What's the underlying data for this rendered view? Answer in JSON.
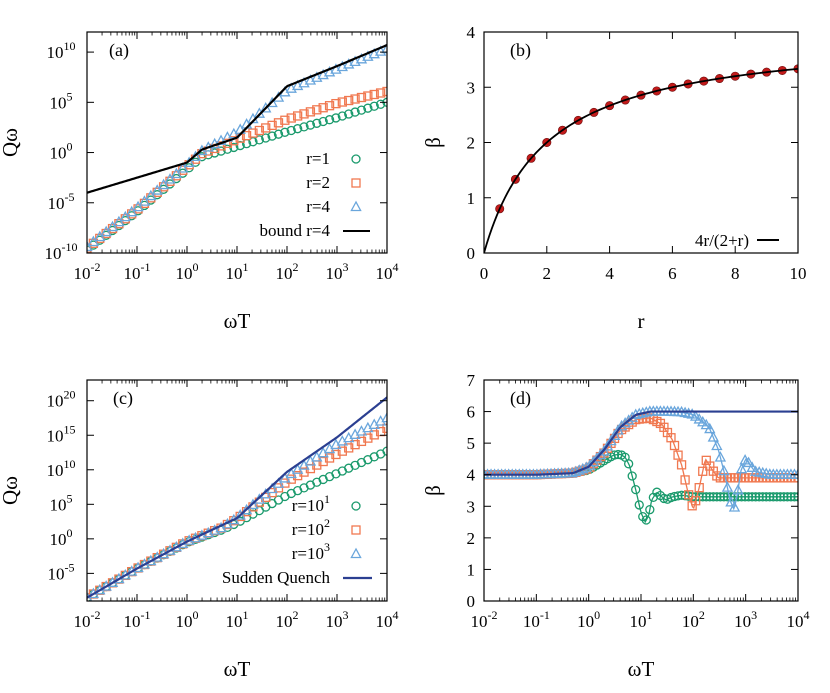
{
  "chart_data": [
    {
      "panel_label": "(a)",
      "type": "scatter",
      "xlabel": "ωT",
      "ylabel": "Qω",
      "x_scale": "log",
      "y_scale": "log",
      "xlim": [
        0.01,
        10000
      ],
      "ylim": [
        1e-10,
        1000000000000.0
      ],
      "x_ticks": [
        {
          "v": 0.01,
          "b": "10",
          "e": "-2"
        },
        {
          "v": 0.1,
          "b": "10",
          "e": "-1"
        },
        {
          "v": 1,
          "b": "10",
          "e": "0"
        },
        {
          "v": 10,
          "b": "10",
          "e": "1"
        },
        {
          "v": 100,
          "b": "10",
          "e": "2"
        },
        {
          "v": 1000,
          "b": "10",
          "e": "3"
        },
        {
          "v": 10000,
          "b": "10",
          "e": "4"
        }
      ],
      "y_ticks": [
        {
          "v": 1e-10,
          "b": "10",
          "e": "-10"
        },
        {
          "v": 1e-05,
          "b": "10",
          "e": "-5"
        },
        {
          "v": 1,
          "b": "10",
          "e": "0"
        },
        {
          "v": 100000.0,
          "b": "10",
          "e": "5"
        },
        {
          "v": 10000000000.0,
          "b": "10",
          "e": "10"
        }
      ],
      "legend_position": "right",
      "series": [
        {
          "name": "r=1",
          "marker": "circle",
          "color": "#1a9a6c",
          "x": [
            0.01,
            0.1,
            1,
            2,
            10,
            100,
            1000,
            10000
          ],
          "y": [
            2e-10,
            1.3e-06,
            0.02,
            0.4,
            4,
            120,
            3000,
            100000.0
          ]
        },
        {
          "name": "r=2",
          "marker": "square",
          "color": "#f07850",
          "x": [
            0.01,
            0.1,
            1,
            2,
            10,
            100,
            1000,
            10000
          ],
          "y": [
            3e-10,
            2e-06,
            0.04,
            0.8,
            20,
            2000,
            80000.0,
            1200000.0
          ]
        },
        {
          "name": "r=4",
          "marker": "triangle",
          "color": "#6aa6dc",
          "x": [
            0.01,
            0.1,
            1,
            2,
            10,
            100,
            1000,
            10000
          ],
          "y": [
            4e-10,
            3e-06,
            0.06,
            1.5,
            100,
            1500000.0,
            200000000.0,
            20000000000.0
          ]
        },
        {
          "name": "bound r=4",
          "marker": "line",
          "color": "#000000",
          "x": [
            0.01,
            1,
            2,
            10,
            100,
            1000,
            10000
          ],
          "y": [
            0.0001,
            0.1,
            2,
            30,
            4000000.0,
            400000000.0,
            50000000000.0
          ]
        }
      ]
    },
    {
      "panel_label": "(b)",
      "type": "scatter",
      "xlabel": "r",
      "ylabel": "β",
      "xlim": [
        0,
        10
      ],
      "ylim": [
        0,
        4
      ],
      "x_ticks": [
        0,
        2,
        4,
        6,
        8,
        10
      ],
      "y_ticks": [
        0,
        1,
        2,
        3,
        4
      ],
      "legend_position": "bottom-right",
      "series": [
        {
          "name": "",
          "marker": "dot",
          "color": "#c41b1b",
          "x": [
            0.5,
            1,
            1.5,
            2,
            2.5,
            3,
            3.5,
            4,
            4.5,
            5,
            5.5,
            6,
            6.5,
            7,
            7.5,
            8,
            8.5,
            9,
            9.5,
            10
          ],
          "y": [
            0.8,
            1.333,
            1.714,
            2,
            2.222,
            2.4,
            2.545,
            2.667,
            2.769,
            2.857,
            2.933,
            3,
            3.059,
            3.111,
            3.158,
            3.2,
            3.238,
            3.273,
            3.304,
            3.333
          ]
        },
        {
          "name": "4r/(2+r)",
          "marker": "line",
          "color": "#000000",
          "formula": "4r/(2+r)"
        }
      ]
    },
    {
      "panel_label": "(c)",
      "type": "scatter",
      "xlabel": "ωT",
      "ylabel": "Qω",
      "x_scale": "log",
      "y_scale": "log",
      "xlim": [
        0.01,
        10000
      ],
      "ylim": [
        1e-09,
        1e+23
      ],
      "x_ticks": [
        {
          "v": 0.01,
          "b": "10",
          "e": "-2"
        },
        {
          "v": 0.1,
          "b": "10",
          "e": "-1"
        },
        {
          "v": 1,
          "b": "10",
          "e": "0"
        },
        {
          "v": 10,
          "b": "10",
          "e": "1"
        },
        {
          "v": 100,
          "b": "10",
          "e": "2"
        },
        {
          "v": 1000,
          "b": "10",
          "e": "3"
        },
        {
          "v": 10000,
          "b": "10",
          "e": "4"
        }
      ],
      "y_ticks": [
        {
          "v": 1e-05,
          "b": "10",
          "e": "-5"
        },
        {
          "v": 1,
          "b": "10",
          "e": "0"
        },
        {
          "v": 100000.0,
          "b": "10",
          "e": "5"
        },
        {
          "v": 10000000000.0,
          "b": "10",
          "e": "10"
        },
        {
          "v": 1000000000000000.0,
          "b": "10",
          "e": "15"
        },
        {
          "v": 1e+20,
          "b": "10",
          "e": "20"
        }
      ],
      "legend_position": "bottom-right",
      "legend": [
        {
          "b": "r=10",
          "e": "1",
          "marker": "circle",
          "color": "#1a9a6c"
        },
        {
          "b": "r=10",
          "e": "2",
          "marker": "square",
          "color": "#f07850"
        },
        {
          "b": "r=10",
          "e": "3",
          "marker": "triangle",
          "color": "#6aa6dc"
        },
        {
          "b": "Sudden Quench",
          "e": "",
          "marker": "line",
          "color": "#2b3f91"
        }
      ],
      "series": [
        {
          "marker": "circle",
          "color": "#1a9a6c",
          "x": [
            0.01,
            0.1,
            1,
            5,
            10,
            100,
            1000,
            10000
          ],
          "y": [
            3e-09,
            5e-05,
            0.3,
            20,
            200,
            2000000.0,
            3000000000.0,
            5000000000000.0
          ]
        },
        {
          "marker": "square",
          "color": "#f07850",
          "x": [
            0.01,
            0.1,
            1,
            5,
            10,
            100,
            1000,
            10000
          ],
          "y": [
            3e-09,
            5e-05,
            0.4,
            40,
            800,
            200000000.0,
            2000000000000.0,
            1e+16
          ]
        },
        {
          "marker": "triangle",
          "color": "#6aa6dc",
          "x": [
            0.01,
            0.1,
            1,
            5,
            10,
            100,
            1000,
            10000
          ],
          "y": [
            3e-09,
            5e-05,
            0.4,
            40,
            1000,
            1000000000.0,
            50000000000000.0,
            3e+17
          ]
        },
        {
          "marker": "line",
          "color": "#2b3f91",
          "x": [
            0.01,
            0.1,
            1,
            10,
            100,
            1000,
            10000
          ],
          "y": [
            3e-09,
            5e-05,
            0.4,
            1000,
            5000000000.0,
            500000000000000.0,
            3e+20
          ]
        }
      ]
    },
    {
      "panel_label": "(d)",
      "type": "line",
      "xlabel": "ωT",
      "ylabel": "β",
      "x_scale": "log",
      "xlim": [
        0.01,
        10000
      ],
      "ylim": [
        0,
        7
      ],
      "x_ticks": [
        {
          "v": 0.01,
          "b": "10",
          "e": "-2"
        },
        {
          "v": 0.1,
          "b": "10",
          "e": "-1"
        },
        {
          "v": 1,
          "b": "10",
          "e": "0"
        },
        {
          "v": 10,
          "b": "10",
          "e": "1"
        },
        {
          "v": 100,
          "b": "10",
          "e": "2"
        },
        {
          "v": 1000,
          "b": "10",
          "e": "3"
        },
        {
          "v": 10000,
          "b": "10",
          "e": "4"
        }
      ],
      "y_ticks": [
        0,
        1,
        2,
        3,
        4,
        5,
        6,
        7
      ],
      "series": [
        {
          "marker": "circle",
          "color": "#1a9a6c",
          "x": [
            0.01,
            0.1,
            0.5,
            1,
            2,
            3,
            4,
            5,
            6,
            8,
            10,
            12,
            14,
            16,
            20,
            25,
            30,
            40,
            60,
            100,
            300,
            1000,
            10000
          ],
          "y": [
            4,
            4,
            4.05,
            4.15,
            4.45,
            4.62,
            4.65,
            4.55,
            4.3,
            3.5,
            2.8,
            2.5,
            2.7,
            3.2,
            3.45,
            3.3,
            3.2,
            3.3,
            3.35,
            3.3,
            3.3,
            3.3,
            3.3
          ]
        },
        {
          "marker": "square",
          "color": "#f07850",
          "x": [
            0.01,
            0.1,
            0.5,
            1,
            2,
            4,
            8,
            15,
            25,
            40,
            60,
            80,
            100,
            130,
            170,
            220,
            300,
            500,
            1000,
            10000
          ],
          "y": [
            4,
            4,
            4.05,
            4.2,
            4.7,
            5.4,
            5.75,
            5.8,
            5.6,
            5.1,
            4.3,
            3.4,
            2.9,
            3.6,
            4.5,
            4.2,
            3.9,
            3.9,
            3.9,
            3.9
          ]
        },
        {
          "marker": "triangle",
          "color": "#6aa6dc",
          "x": [
            0.01,
            0.1,
            0.5,
            1,
            2,
            4,
            8,
            15,
            30,
            60,
            100,
            200,
            300,
            400,
            500,
            600,
            700,
            800,
            1000,
            1500,
            3000,
            10000
          ],
          "y": [
            4,
            4,
            4.05,
            4.25,
            4.75,
            5.5,
            5.9,
            6,
            6,
            5.98,
            5.9,
            5.5,
            4.8,
            4,
            3.2,
            2.9,
            3.4,
            4.1,
            4.5,
            4.1,
            4,
            4
          ]
        },
        {
          "marker": "line",
          "color": "#2b3f91",
          "x": [
            0.01,
            0.1,
            0.5,
            1,
            2,
            4,
            8,
            15,
            30,
            100,
            10000
          ],
          "y": [
            4,
            4,
            4.05,
            4.25,
            4.8,
            5.5,
            5.9,
            6,
            6,
            6,
            6
          ]
        }
      ]
    }
  ]
}
